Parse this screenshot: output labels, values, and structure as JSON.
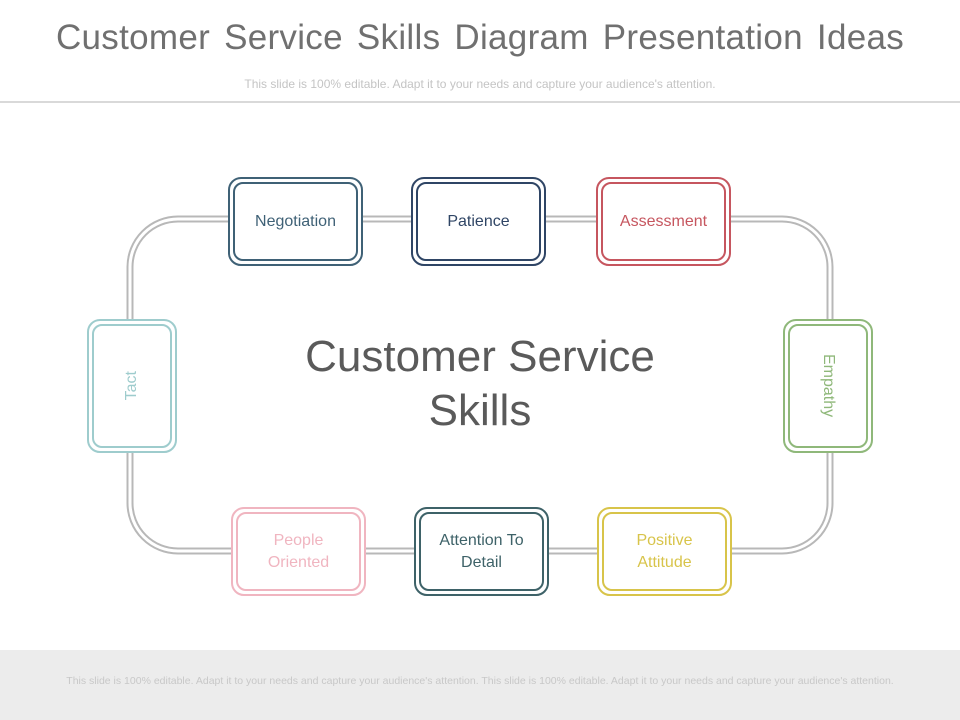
{
  "slide": {
    "title": "Customer Service Skills Diagram Presentation Ideas",
    "subtitle": "This slide is 100% editable. Adapt it to your needs and capture your audience's attention.",
    "center_title": "Customer Service Skills",
    "footer_text": "This slide is 100% editable. Adapt it to your needs and capture your audience's attention. This slide is 100% editable. Adapt it to your needs and capture your audience's attention."
  },
  "nodes": {
    "negotiation": {
      "label": "Negotiation",
      "color": "#3f6176"
    },
    "patience": {
      "label": "Patience",
      "color": "#2f4565"
    },
    "assessment": {
      "label": "Assessment",
      "color": "#c6565f"
    },
    "empathy": {
      "label": "Empathy",
      "color": "#8fb87a"
    },
    "positive_attitude": {
      "label": "Positive Attitude",
      "color": "#d8c44a"
    },
    "attention_to_detail": {
      "label": "Attention To Detail",
      "color": "#3e6268"
    },
    "people_oriented": {
      "label": "People Oriented",
      "color": "#f0b5c0"
    },
    "tact": {
      "label": "Tact",
      "color": "#9ecccd"
    }
  },
  "connector_color": "#b8b8b8"
}
